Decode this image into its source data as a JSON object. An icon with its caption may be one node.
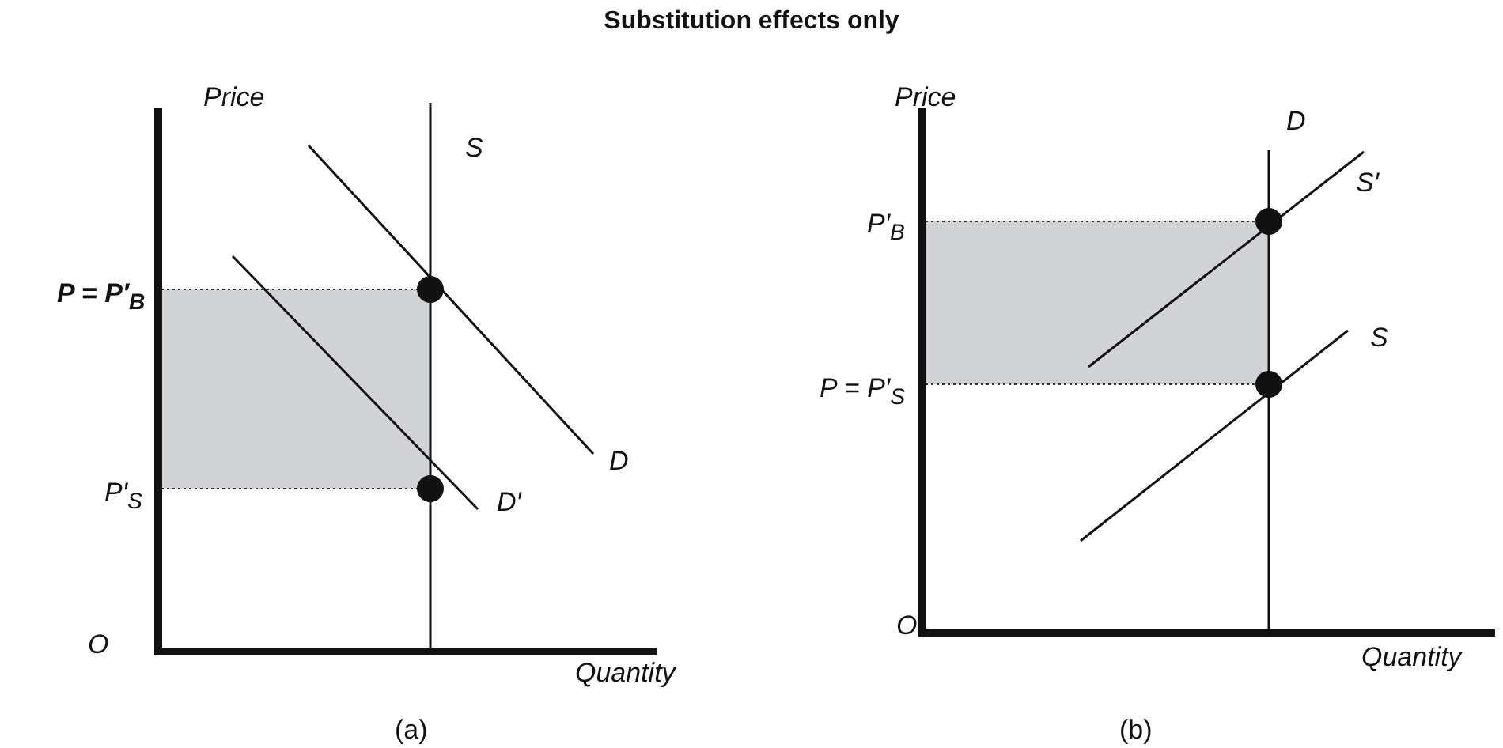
{
  "diagram": {
    "title": "Substitution effects only",
    "labels": [
      "Price",
      "Price",
      "S",
      "D",
      "P = P′$_{B}$",
      "S′",
      "P′$_{B}$",
      "S",
      "P = P′$_{S}$",
      "D",
      "P′$_{S}$",
      "D′",
      "O",
      "Quantity",
      "O",
      "Quantity",
      "(a)",
      "(b)"
    ]
  }
}
